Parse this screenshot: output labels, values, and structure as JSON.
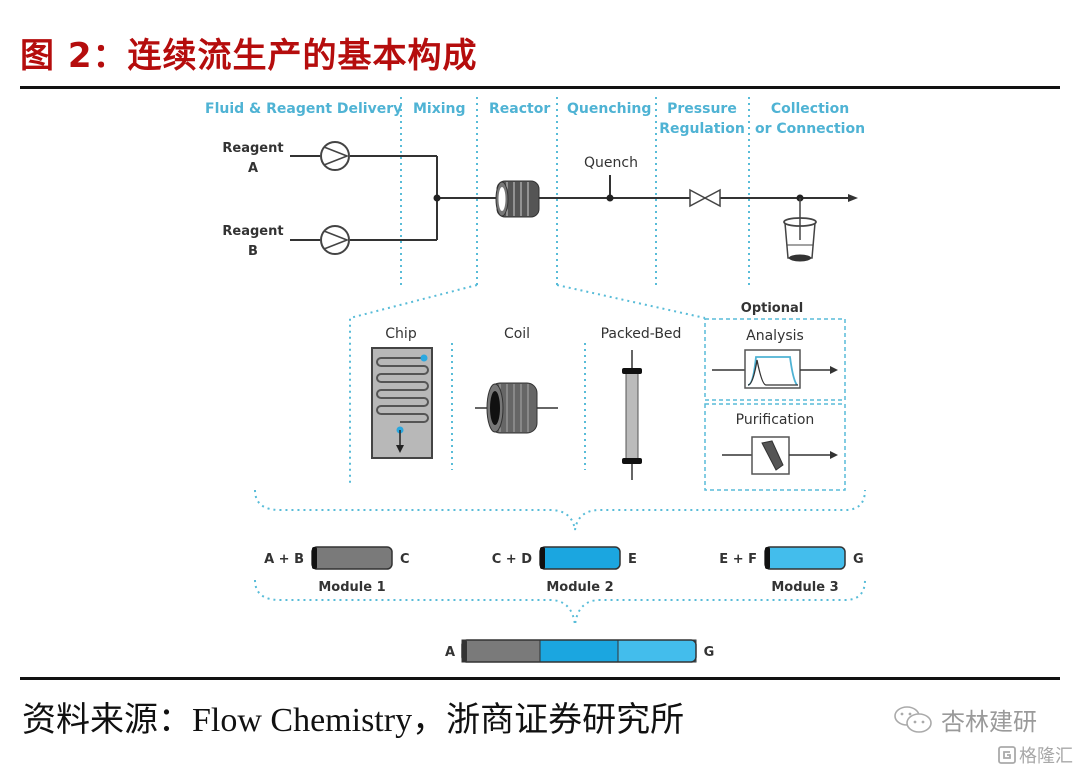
{
  "title": "图 2：连续流生产的基本构成",
  "source": "资料来源：Flow Chemistry，浙商证券研究所",
  "watermark": {
    "primary": "杏林建研",
    "secondary": "格隆汇",
    "icon": "wechat-icon"
  },
  "diagram": {
    "stages": [
      {
        "id": "delivery",
        "label": "Fluid & Reagent Delivery"
      },
      {
        "id": "mixing",
        "label": "Mixing"
      },
      {
        "id": "reactor",
        "label": "Reactor"
      },
      {
        "id": "quenching",
        "label": "Quenching"
      },
      {
        "id": "pressure",
        "label_line1": "Pressure",
        "label_line2": "Regulation"
      },
      {
        "id": "collection",
        "label_line1": "Collection",
        "label_line2": "or Connection"
      }
    ],
    "reagents": [
      {
        "label_line1": "Reagent",
        "label_line2": "A"
      },
      {
        "label_line1": "Reagent",
        "label_line2": "B"
      }
    ],
    "quench_label": "Quench",
    "reactor_types": [
      "Chip",
      "Coil",
      "Packed-Bed"
    ],
    "optional": {
      "heading": "Optional",
      "items": [
        "Analysis",
        "Purification"
      ]
    },
    "modules": [
      {
        "name": "Module 1",
        "input": "A + B",
        "output": "C",
        "color": "#7a7a7a"
      },
      {
        "name": "Module 2",
        "input": "C + D",
        "output": "E",
        "color": "#1ba6e0"
      },
      {
        "name": "Module 3",
        "input": "E + F",
        "output": "G",
        "color": "#43bdec"
      }
    ],
    "combined": {
      "input": "A",
      "output": "G"
    },
    "colors": {
      "accent": "#4fb3d4",
      "title": "#b50d0d"
    }
  }
}
